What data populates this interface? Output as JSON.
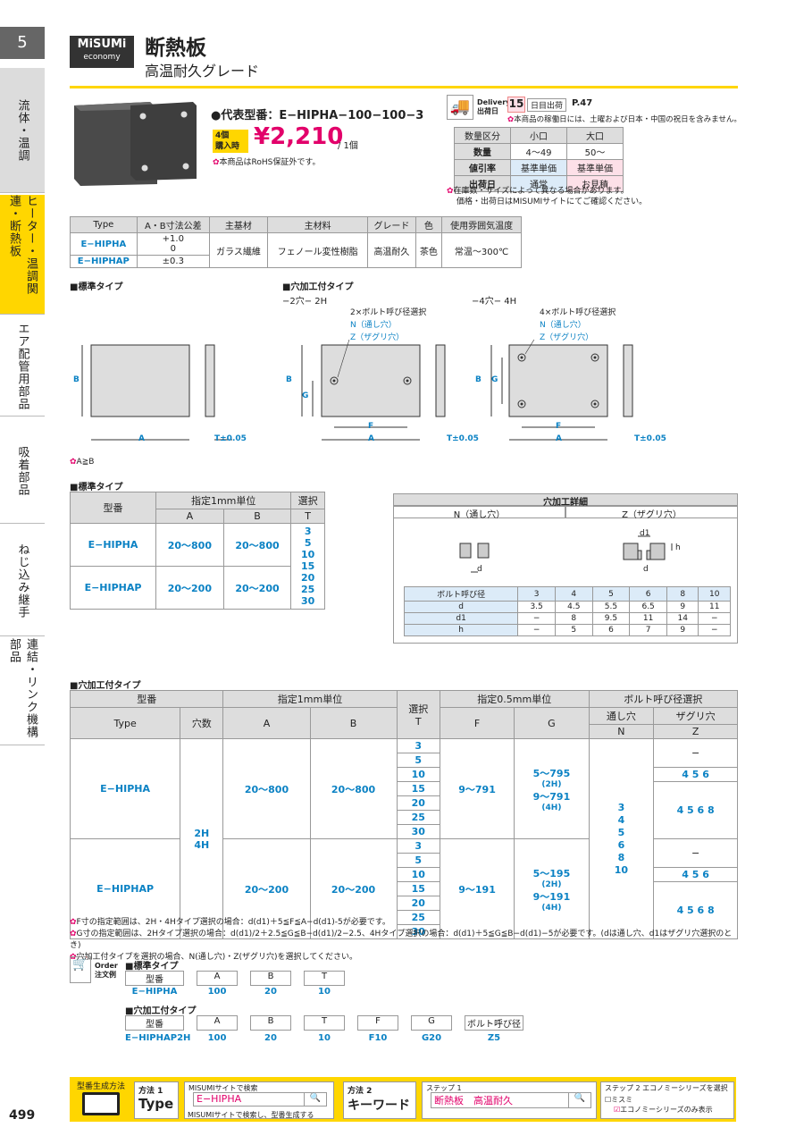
{
  "page_number": "499",
  "side": {
    "chapter": "5",
    "tabs": [
      "流体・温調",
      "ヒーター・温調関連・断熱板",
      "エア配管用部品",
      "吸着部品",
      "ねじ込み継手",
      "連結・リンク機構部品"
    ]
  },
  "header": {
    "logo_top": "MiSUMi",
    "logo_bottom": "economy",
    "title": "断熱板",
    "subtitle": "高温耐久グレード"
  },
  "product": {
    "typical": "●代表型番：E−HIPHA−100−100−3",
    "qty_label": "4個\n購入時",
    "price": "¥2,210",
    "per": "/ 1個",
    "rohs": "本商品はRoHS保証外です。"
  },
  "delivery": {
    "label": "Delivery 出荷日",
    "days": "15",
    "days_label": "日目出荷",
    "ref": "P.47",
    "note": "本商品の稼働日には、土曜および日本・中国の祝日を含みません。",
    "headers": [
      "数量区分",
      "小口",
      "大口"
    ],
    "rows": [
      [
        "数量",
        "4〜49",
        "50〜"
      ],
      [
        "値引率",
        "基準単価",
        "基準単価"
      ],
      [
        "出荷日",
        "通常",
        "お見積"
      ]
    ],
    "note2": "在庫数・サイズによって異なる場合があります。",
    "note3": "価格・出荷日はMISUMIサイトにてご確認ください。"
  },
  "spec": {
    "headers": [
      "Type",
      "A・B寸法公差",
      "主基材",
      "主材料",
      "グレード",
      "色",
      "使用雰囲気温度"
    ],
    "types": [
      "E−HIPHA",
      "E−HIPHAP"
    ],
    "tol1": "+1.0\n0",
    "tol2": "±0.3",
    "base": "ガラス繊維",
    "material": "フェノール変性樹脂",
    "grade": "高温耐久",
    "color": "茶色",
    "temp": "常温〜300℃"
  },
  "drawings": {
    "std": "■標準タイプ",
    "hole": "■穴加工付タイプ",
    "h2": "−2穴− 2H",
    "h4": "−4穴− 4H",
    "bolt2": "2×ボルト呼び径選択",
    "bolt4": "4×ボルト呼び径選択",
    "n": "N（通し穴）",
    "z": "Z（ザグリ穴）",
    "A": "A",
    "B": "B",
    "F": "F",
    "G": "G",
    "T": "T±0.05",
    "aeb": "A≧B"
  },
  "std_table": {
    "title": "■標準タイプ",
    "model": "型番",
    "spec": "指定1mm単位",
    "A": "A",
    "B": "B",
    "sel": "選択",
    "T": "T",
    "rows": [
      [
        "E−HIPHA",
        "20〜800",
        "20〜800"
      ],
      [
        "E−HIPHAP",
        "20〜200",
        "20〜200"
      ]
    ],
    "t_values": [
      "3",
      "5",
      "10",
      "15",
      "20",
      "25",
      "30"
    ]
  },
  "hole_detail": {
    "title": "穴加工詳細",
    "n": "N（通し穴）",
    "z": "Z（ザグリ穴）",
    "d": "d",
    "d1": "d1",
    "h": "h",
    "headers": [
      "ボルト呼び径",
      "3",
      "4",
      "5",
      "6",
      "8",
      "10"
    ],
    "rows": [
      [
        "d",
        "3.5",
        "4.5",
        "5.5",
        "6.5",
        "9",
        "11"
      ],
      [
        "d1",
        "−",
        "8",
        "9.5",
        "11",
        "14",
        "−"
      ],
      [
        "h",
        "−",
        "5",
        "6",
        "7",
        "9",
        "−"
      ]
    ]
  },
  "hole_table": {
    "title": "■穴加工付タイプ",
    "model": "型番",
    "type": "Type",
    "holes": "穴数",
    "spec1": "指定1mm単位",
    "A": "A",
    "B": "B",
    "sel": "選択",
    "T": "T",
    "spec05": "指定0.5mm単位",
    "F": "F",
    "G": "G",
    "bolt": "ボルト呼び径選択",
    "n_h": "通し穴",
    "n": "N",
    "z_h": "ザグリ穴",
    "z": "Z",
    "rows": [
      {
        "type": "E−HIPHA",
        "A": "20〜800",
        "B": "20〜800",
        "F": "9〜791",
        "G1": "5〜795",
        "G1s": "(2H)",
        "G2": "9〜791",
        "G2s": "(4H)"
      },
      {
        "type": "E−HIPHAP",
        "A": "20〜200",
        "B": "20〜200",
        "F": "9〜191",
        "G1": "5〜195",
        "G1s": "(2H)",
        "G2": "9〜191",
        "G2s": "(4H)"
      }
    ],
    "holes_v": "2H\n4H",
    "t_values": [
      "3",
      "5",
      "10",
      "15",
      "20",
      "25",
      "30"
    ],
    "n_values": "3\n4\n5\n6\n8\n10",
    "z_values": [
      "−",
      "4 5 6",
      "4 5 6 8"
    ]
  },
  "notes": [
    "F寸の指定範囲は、2H・4Hタイプ選択の場合：d(d1)＋5≦F≦A−d(d1)-5が必要です。",
    "G寸の指定範囲は、2Hタイプ選択の場合：d(d1)/2＋2.5≦G≦B−d(d1)/2−2.5、4Hタイプ選択の場合：d(d1)＋5≦G≦B−d(d1)−5が必要です。(dは通し穴、d1はザグリ穴選択のとき)",
    "穴加工付タイプを選択の場合、N(通し穴)・Z(ザグリ穴)を選択してください。"
  ],
  "order": {
    "label": "Order 注文例",
    "std": "■標準タイプ",
    "hole": "■穴加工付タイプ",
    "std_heads": [
      "型番",
      "A",
      "B",
      "T"
    ],
    "std_vals": [
      "E−HIPHA",
      "100",
      "20",
      "10"
    ],
    "hole_heads": [
      "型番",
      "A",
      "B",
      "T",
      "F",
      "G",
      "ボルト呼び径"
    ],
    "hole_vals": [
      "E−HIPHAP2H",
      "100",
      "20",
      "10",
      "F10",
      "G20",
      "Z5"
    ]
  },
  "footer": {
    "method_label": "型番生成方法",
    "m1": "方法 1",
    "m1b": "Type",
    "search1": "MISUMIサイトで検索",
    "input1": "E−HIPHA",
    "search1b": "MISUMIサイトで検索し、型番生成する",
    "m2": "方法 2",
    "m2b": "キーワード",
    "step1": "ステップ 1",
    "input2": "断熱板　高温耐久",
    "step2": "ステップ 2 エコノミーシリーズを選択",
    "opt1": "ミスミ",
    "opt2": "エコノミーシリーズのみ表示"
  }
}
